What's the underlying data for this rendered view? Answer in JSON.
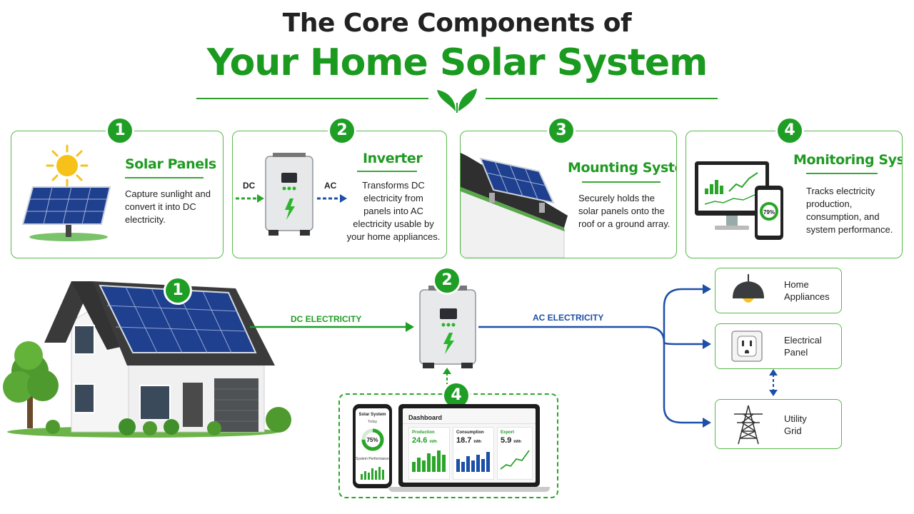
{
  "header": {
    "title_line1": "The Core Components of",
    "title_line2": "Your Home Solar System"
  },
  "cards": [
    {
      "number": "1",
      "title": "Solar Panels",
      "desc_lines": [
        "Capture sunlight and",
        "convert it into DC",
        "electricity."
      ]
    },
    {
      "number": "2",
      "title": "Inverter",
      "desc_lines": [
        "Transforms DC",
        "electricity from",
        "panels into AC",
        "electricity usable by",
        "your home appliances."
      ],
      "in_label": "DC",
      "out_label": "AC"
    },
    {
      "number": "3",
      "title": "Mounting System",
      "desc_lines": [
        "Securely holds the",
        "solar panels onto the",
        "roof or a ground array."
      ]
    },
    {
      "number": "4",
      "title": "Monitoring System",
      "desc_lines": [
        "Tracks electricity",
        "production,",
        "consumption, and",
        "system performance."
      ],
      "phone_percent": "79%"
    }
  ],
  "diagram": {
    "house_badge": "1",
    "inverter_badge": "2",
    "monitor_badge": "4",
    "dc_label": "DC ELECTRICITY",
    "ac_label": "AC ELECTRICITY",
    "destinations": [
      {
        "line1": "Home",
        "line2": "Appliances",
        "icon": "lamp-icon"
      },
      {
        "line1": "Electrical",
        "line2": "Panel",
        "icon": "outlet-icon"
      },
      {
        "line1": "Utility",
        "line2": "Grid",
        "icon": "power-tower-icon"
      }
    ]
  },
  "dashboard": {
    "phone_title": "Solar System",
    "phone_sub": "Today",
    "phone_percent": "75%",
    "phone_caption": "System Performance",
    "laptop_title": "Dashboard",
    "tiles": [
      {
        "label": "Production",
        "value": "24.6",
        "unit": "kWh"
      },
      {
        "label": "Consumption",
        "value": "18.7",
        "unit": "kWh"
      },
      {
        "label": "Export",
        "value": "5.9",
        "unit": "kWh"
      }
    ]
  },
  "colors": {
    "green": "#1f9e25",
    "blue": "#1d4fa8",
    "panel": "#1f3f8f"
  }
}
